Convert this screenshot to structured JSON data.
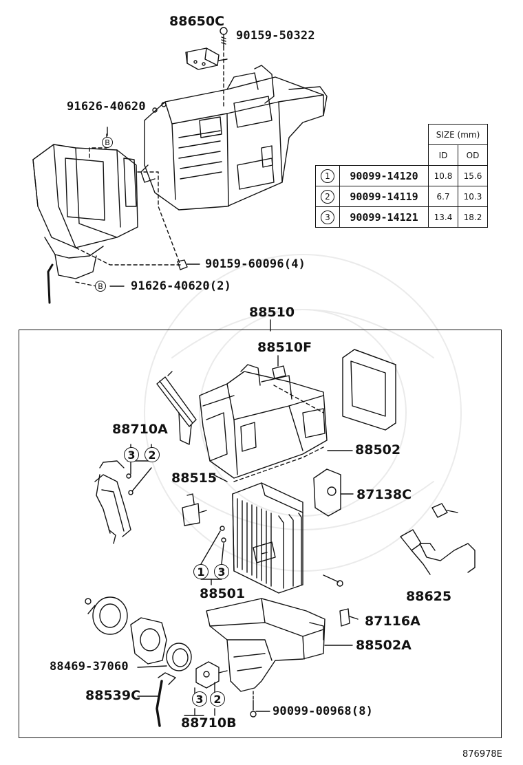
{
  "labels": {
    "p88650C": "88650C",
    "p90159_50322": "90159-50322",
    "p91626_40620_top": "91626-40620",
    "p90159_60096": "90159-60096(4)",
    "p91626_40620_2": "91626-40620(2)",
    "p88510": "88510",
    "p88510F": "88510F",
    "p88710A": "88710A",
    "p88502": "88502",
    "p88515": "88515",
    "p87138C": "87138C",
    "p88501": "88501",
    "p88625": "88625",
    "p87116A": "87116A",
    "p88502A": "88502A",
    "p88469_37060": "88469-37060",
    "p88539C": "88539C",
    "p90099_00968": "90099-00968(8)",
    "p88710B": "88710B",
    "markB": "B",
    "c1": "1",
    "c2": "2",
    "c3": "3"
  },
  "size_table": {
    "title": "SIZE (mm)",
    "col_id": "ID",
    "col_od": "OD",
    "rows": [
      {
        "index": "1",
        "part": "90099-14120",
        "id": "10.8",
        "od": "15.6"
      },
      {
        "index": "2",
        "part": "90099-14119",
        "id": "6.7",
        "od": "10.3"
      },
      {
        "index": "3",
        "part": "90099-14121",
        "id": "13.4",
        "od": "18.2"
      }
    ]
  },
  "diagram_code": "876978E"
}
